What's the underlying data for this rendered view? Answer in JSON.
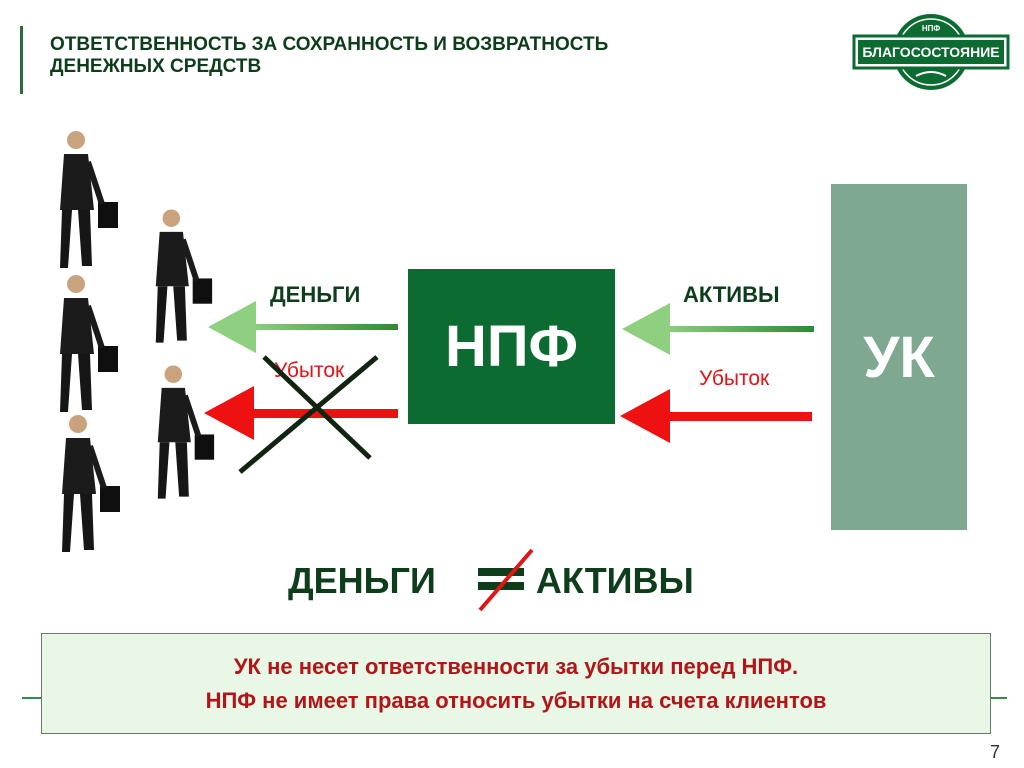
{
  "header": {
    "title_line1": "ОТВЕТСТВЕННОСТЬ ЗА СОХРАННОСТЬ И ВОЗВРАТНОСТЬ",
    "title_line2": "ДЕНЕЖНЫХ СРЕДСТВ"
  },
  "logo": {
    "top_text": "НПФ",
    "name": "БЛАГОСОСТОЯНИЕ",
    "color": "#0b6b30"
  },
  "diagram": {
    "npf_label": "НПФ",
    "uk_label": "УК",
    "money_label": "ДЕНЬГИ",
    "assets_label": "АКТИВЫ",
    "loss_left": "Убыток",
    "loss_right": "Убыток",
    "green_arrow_color": "#3f9f3a",
    "red_arrow_color": "#ee1111"
  },
  "equation": {
    "left": "ДЕНЬГИ",
    "right": "АКТИВЫ"
  },
  "note": {
    "line1": "УК не несет ответственности за убытки перед НПФ.",
    "line2": "НПФ не имеет права относить убытки на счета клиентов"
  },
  "page_number": "7"
}
